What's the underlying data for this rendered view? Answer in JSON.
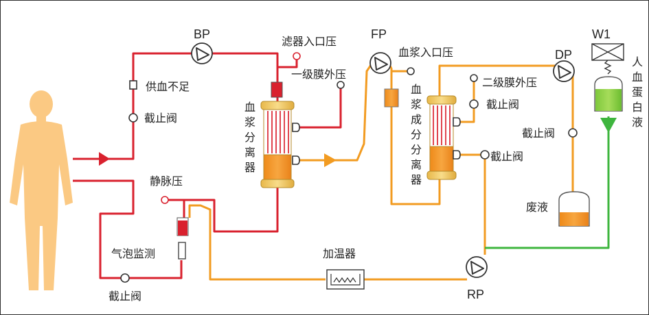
{
  "labels": {
    "bp": "BP",
    "fp": "FP",
    "dp": "DP",
    "rp": "RP",
    "w1": "W1",
    "filter_inlet_pressure": "滤器入口压",
    "primary_tmp": "一级膜外压",
    "plasma_inlet_pressure": "血浆入口压",
    "secondary_tmp": "二级膜外压",
    "blood_supply_low": "供血不足",
    "stop_valve_arterial": "截止阀",
    "stop_valve_secondary": "截止阀",
    "stop_valve_fractionator": "截止阀",
    "stop_valve_waste": "截止阀",
    "stop_valve_return": "截止阀",
    "venous_pressure": "静脉压",
    "bubble_monitor": "气泡监测",
    "heater": "加温器",
    "waste": "废液",
    "plasma_separator_v": [
      "血",
      "浆",
      "分",
      "离",
      "器"
    ],
    "plasma_fractionator_v": [
      "血",
      "浆",
      "成",
      "分",
      "分",
      "离",
      "器"
    ],
    "albumin_v": [
      "人",
      "血",
      "蛋",
      "白",
      "液"
    ]
  },
  "colors": {
    "blood_line": "#d9212e",
    "plasma_line": "#f29b21",
    "albumin_line": "#3eb53e",
    "body": "#fbc983",
    "filter_cap": "#f0c55c"
  },
  "icons": [
    "pump-icon",
    "valve-icon",
    "human-body-icon",
    "heater-icon",
    "waste-bag-icon",
    "albumin-bag-icon",
    "scale-icon"
  ]
}
